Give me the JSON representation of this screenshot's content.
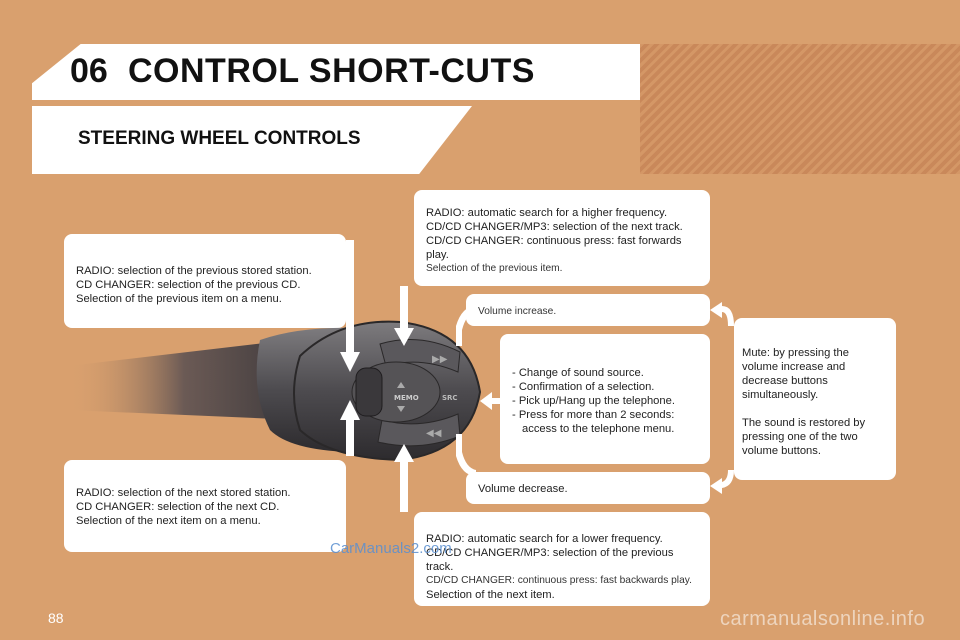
{
  "header": {
    "number": "06",
    "title": "CONTROL SHORT-CUTS",
    "subtitle": "STEERING WHEEL CONTROLS"
  },
  "boxes": {
    "top_left": [
      "RADIO: selection of the previous stored station.",
      "CD CHANGER: selection of the previous CD.",
      "Selection of the previous item on a menu."
    ],
    "bottom_left": [
      "RADIO: selection of the next stored station.",
      "CD CHANGER: selection of the next CD.",
      "Selection of the next item on a menu."
    ],
    "top_center": [
      "RADIO: automatic search for a higher frequency.",
      "CD/CD CHANGER/MP3: selection of the next track.",
      "CD/CD CHANGER: continuous press: fast forwards play.",
      "Selection of the previous item."
    ],
    "volume_increase": "Volume increase.",
    "volume_decrease": "Volume decrease.",
    "src_list": [
      "Change of sound source.",
      "Confirmation of a selection.",
      "Pick up/Hang up the telephone.",
      "Press for more than 2 seconds: access to the telephone menu."
    ],
    "bottom_center": [
      "RADIO: automatic search for a lower frequency.",
      "CD/CD CHANGER/MP3: selection of the previous track.",
      "CD/CD CHANGER: continuous press: fast backwards play.",
      "Selection of the next item."
    ],
    "mute": [
      "Mute: by pressing the volume increase and decrease buttons simultaneously.",
      "The sound is restored by pressing one of the two volume buttons."
    ]
  },
  "control": {
    "memo_label": "MEMO",
    "src_label": "SRC"
  },
  "footer": {
    "page_number": "88",
    "watermark_left": "CarManuals2.com",
    "watermark_right": "carmanualsonline.info"
  }
}
